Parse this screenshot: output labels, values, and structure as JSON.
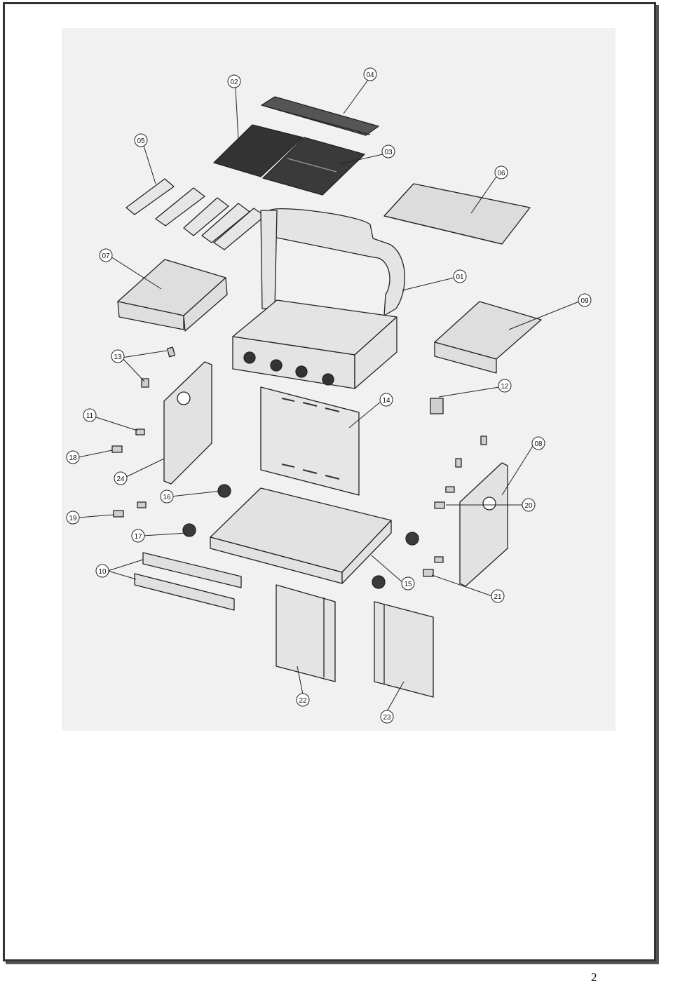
{
  "page": {
    "number": "2"
  },
  "diagram": {
    "title": "",
    "parts": [
      {
        "id": "01"
      },
      {
        "id": "02"
      },
      {
        "id": "03"
      },
      {
        "id": "04"
      },
      {
        "id": "05"
      },
      {
        "id": "06"
      },
      {
        "id": "07"
      },
      {
        "id": "08"
      },
      {
        "id": "09"
      },
      {
        "id": "10"
      },
      {
        "id": "11"
      },
      {
        "id": "12"
      },
      {
        "id": "13"
      },
      {
        "id": "14"
      },
      {
        "id": "15"
      },
      {
        "id": "16"
      },
      {
        "id": "17"
      },
      {
        "id": "18"
      },
      {
        "id": "19"
      },
      {
        "id": "20"
      },
      {
        "id": "21"
      },
      {
        "id": "22"
      },
      {
        "id": "23"
      },
      {
        "id": "24"
      }
    ]
  },
  "colors": {
    "line": "#222222",
    "panel": "#d9d9d9",
    "dark": "#2a2a2a",
    "background": "#f1f1f1"
  }
}
